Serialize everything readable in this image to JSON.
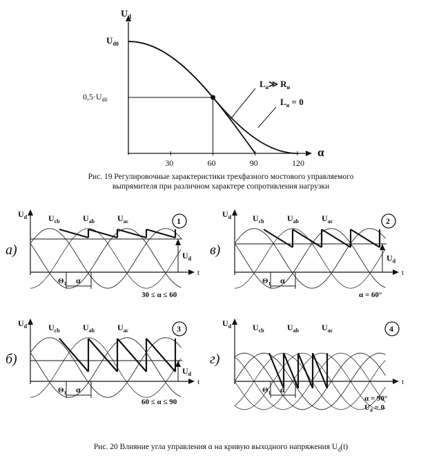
{
  "figure19": {
    "caption_line1": "Рис. 19 Регулировочные характеристики трехфазного мостового управляемого",
    "caption_line2": "выпрямителя при различном характере сопротивления нагрузки",
    "y_axis_label": "U",
    "y_axis_sub": "d",
    "x_axis_label": "α",
    "y_tick_ud0": "U",
    "y_tick_ud0_sub": "d0",
    "y_tick_half": "0,5·U",
    "y_tick_half_sub": "d0",
    "x_ticks": [
      "30",
      "60",
      "90",
      "120"
    ],
    "label_inductive": "L",
    "label_inductive_sub": "н",
    "label_inductive_rel": "≫ R",
    "label_inductive_rel_sub": "н",
    "label_resistive": "L",
    "label_resistive_sub": "н",
    "label_resistive_rel": " = 0"
  },
  "chart_data": {
    "type": "line",
    "x_axis": "α",
    "y_axis": "Ud",
    "x_ticks": [
      30,
      60,
      90,
      120
    ],
    "y_ticks": [
      "Ud0",
      "0,5·Ud0"
    ],
    "series": [
      {
        "name": "Lн ≫ Rн",
        "x": [
          0,
          15,
          30,
          45,
          60,
          75,
          90
        ],
        "y": [
          1.0,
          0.966,
          0.866,
          0.707,
          0.5,
          0.259,
          0.0
        ]
      },
      {
        "name": "Lн = 0",
        "x": [
          0,
          15,
          30,
          45,
          60,
          75,
          90,
          105,
          120
        ],
        "y": [
          1.0,
          0.966,
          0.866,
          0.707,
          0.5,
          0.371,
          0.25,
          0.129,
          0.0
        ]
      }
    ]
  },
  "figure20": {
    "caption": "Рис. 20 Влияние угла управления α на кривую выходного напряжения U",
    "caption_sub": "d",
    "caption_end": "(t)",
    "panels": [
      {
        "letter": "а)",
        "number": "1",
        "condition": "30 ≤ α ≤ 60",
        "condition2": ""
      },
      {
        "letter": "в)",
        "number": "2",
        "condition": "α = 60°",
        "condition2": ""
      },
      {
        "letter": "б)",
        "number": "3",
        "condition": "60 ≤ α ≤ 90",
        "condition2": ""
      },
      {
        "letter": "г)",
        "number": "4",
        "condition": "α = 90°",
        "condition2": "U",
        "condition2_sub": "d",
        "condition2_end": " = 0"
      }
    ],
    "phase_labels": [
      "U",
      "U",
      "U"
    ],
    "phase_subs": [
      "cb",
      "ab",
      "ac"
    ],
    "axis_ud": "U",
    "axis_ud_sub": "d",
    "axis_t": "t",
    "theta": "Θ",
    "theta_sub": "1",
    "alpha": "α",
    "ud_marker": "U",
    "ud_marker_sub": "d"
  }
}
